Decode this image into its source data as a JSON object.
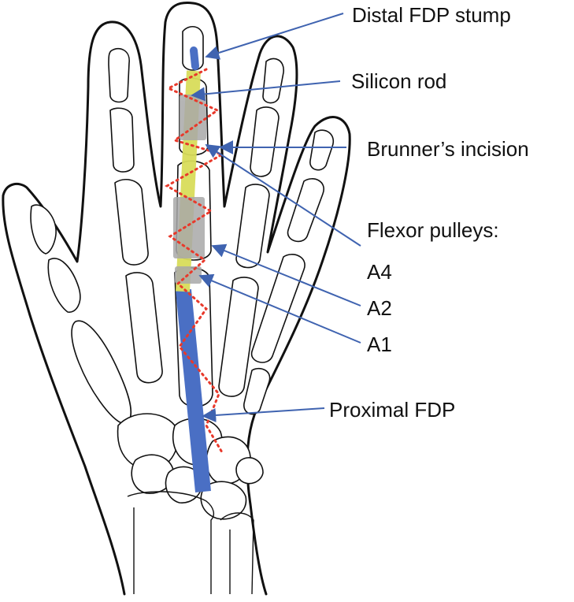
{
  "labels": {
    "distal_fdp_stump": "Distal FDP stump",
    "silicon_rod": "Silicon rod",
    "brunners_incision": "Brunner’s incision",
    "flexor_pulleys": "Flexor pulleys:",
    "a4": "A4",
    "a2": "A2",
    "a1": "A1",
    "proximal_fdp": "Proximal FDP"
  },
  "colors": {
    "outline": "#111111",
    "tendon": "#4a6fc4",
    "rod": "#d8dc5a",
    "pulley": "#a9a9a9",
    "incision": "#e8392b",
    "leader": "#3f63b0"
  }
}
